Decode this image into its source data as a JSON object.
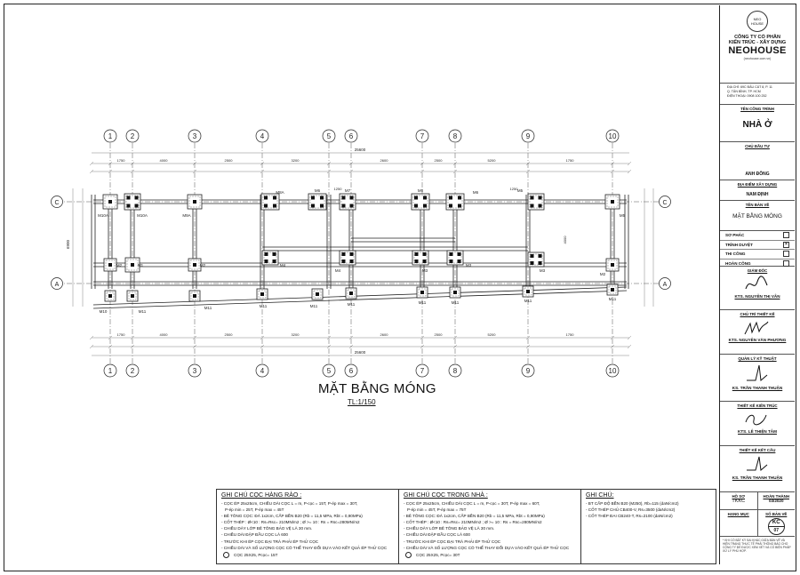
{
  "drawing": {
    "title": "MẶT BẰNG MÓNG",
    "scale": "TL:1/150",
    "grid_columns": [
      "1",
      "2",
      "3",
      "4",
      "5",
      "6",
      "7",
      "8",
      "9",
      "10"
    ],
    "grid_rows": [
      "C",
      "A"
    ],
    "foundation_labels": {
      "m1": "M1",
      "m2": "M2",
      "m3": "M3",
      "m4": "M4",
      "m5": "M5",
      "m6": "M6",
      "m7": "M7",
      "m10": "M10",
      "m11": "M11",
      "m8a": "M8A",
      "m9a": "M9A",
      "m10a": "M10A"
    },
    "dims": {
      "bay_widths": [
        "1750",
        "4000",
        "2500",
        "3200",
        "2600",
        "2500",
        "5200",
        "1750"
      ],
      "overall_length": "25600",
      "overall_depth": "6900",
      "d_4000": "4000",
      "d_1250": "1250",
      "d_1250b": "1250"
    }
  },
  "notes": {
    "fence": {
      "heading": "GHI CHÚ CỌC HÀNG RÀO :",
      "lines": [
        "- CỌC ÉP 25x25cm, CHIỀU DÀI CỌC L = m, P-cọc = 15T, P-ép max = 30T,",
        "P-ép min = 25T, P-ép max = 45T",
        "- BÊ TÔNG CỌC: ĐÁ 1x2cm, CẤP BỀN B20 (Rb = 11,5 MPa, Rbt = 0,90MPa)",
        "- CỐT THÉP : Ø<10 : Rs=Rsc= 210MN/m2 ; Ø >= 10 : Rs = Rsc=280MN/m2",
        "- CHIỀU DÀY LỚP BÊ TÔNG BẢO VỆ LÀ 30 mm.",
        "- CHIỀU DÀI ĐẬP ĐẦU CỌC LÀ 600",
        "- TRƯỚC KHI ÉP CỌC ĐẠI TRÀ PHẢI ÉP THỬ CỌC",
        "- CHIỀU DÀI VÀ SỐ LƯỢNG CỌC CÓ THỂ THAY ĐỔI DỰA VÀO KẾT QUẢ ÉP THỬ CỌC"
      ],
      "legend": "CỌC 25X25, Pcọc= 15T"
    },
    "house": {
      "heading": "GHI CHÚ CỌC TRONG NHÀ :",
      "lines": [
        "- CỌC ÉP 25x25cm, CHIỀU DÀI CỌC L = m, P-cọc = 30T, P-ép max = 60T,",
        "P-ép min = 45T, P-ép max = 75T",
        "- BÊ TÔNG CỌC: ĐÁ 1x2cm, CẤP BỀN B20 (Rb = 11,5 MPa, Rbt = 0,90MPa)",
        "- CỐT THÉP : Ø<10 : Rs=Rsc= 210MN/m2 ; Ø >= 10 : Rs = Rsc=280MN/m2",
        "- CHIỀU DÀY LỚP BÊ TÔNG BẢO VỆ LÀ 30 mm.",
        "- CHIỀU DÀI ĐẬP ĐẦU CỌC LÀ 600",
        "- TRƯỚC KHI ÉP CỌC ĐẠI TRÀ PHẢI ÉP THỬ CỌC",
        "- CHIỀU DÀI VÀ SỐ LƯỢNG CỌC CÓ THỂ THAY ĐỔI DỰA VÀO KẾT QUẢ ÉP THỬ CỌC"
      ],
      "legend": "CỌC 25X25, Pcọc= 30T"
    },
    "general": {
      "heading": "GHI CHÚ:",
      "lines": [
        "- BT CẤP ĐỘ BỀN B20 (M250), Rb=115 (daN/cm2)",
        "- CỐT THÉP CHỦ CB400-V, Rs=3500 (daN/cm2)",
        "- CỐT THÉP ĐAI CB240-T, Rs=2100 (daN/cm2)"
      ]
    }
  },
  "title_block": {
    "logo_text": "NEO HOUSE",
    "company_line1": "CÔNG TY CỔ PHẦN",
    "company_line2": "KIẾN TRÚC - XÂY DỰNG",
    "brand": "NEOHOUSE",
    "brand_sub": "(neohouse.com.vn)",
    "address": "ĐỊA CHỈ: 69C ĐẦU CÁT 8, P. 11",
    "address2": "Q. TÂN BÌNH, TP. HCM",
    "phone": "ĐIỆN THOẠI: 0908 100 252",
    "project_label": "TÊN CÔNG TRÌNH",
    "project": "NHÀ Ở",
    "owner_label": "CHỦ ĐẦU TƯ",
    "owner": "ANH ĐÔNG",
    "location_label": "ĐỊA ĐIỂM XÂY DỰNG",
    "location": "NAM ĐỊNH",
    "sheet_name_label": "TÊN BẢN VẼ",
    "sheet_name": "MẶT BẰNG MÓNG",
    "statuses": [
      {
        "label": "SƠ PHÁC",
        "mark": ""
      },
      {
        "label": "TRÌNH DUYỆT",
        "mark": "×"
      },
      {
        "label": "THI CÔNG",
        "mark": ""
      },
      {
        "label": "HOÀN CÔNG",
        "mark": ""
      }
    ],
    "roles": [
      {
        "role": "GIÁM ĐỐC",
        "name": "KTS. NGUYỄN THỊ VÂN"
      },
      {
        "role": "CHỦ TRÌ THIẾT KẾ",
        "name": "KTS. NGUYỄN VĂN PHƯƠNG"
      },
      {
        "role": "QUẢN LÝ KỸ THUẬT",
        "name": "KS. TRẦN THANH THUẬN"
      },
      {
        "role": "THIẾT KẾ KIẾN TRÚC",
        "name": "KTS. LÊ THIỆN TÂM"
      },
      {
        "role": "THIẾT KẾ KẾT CẤU",
        "name": "KS. TRẦN THANH THUẬN"
      }
    ],
    "file_no_label": "HỒ SƠ",
    "file_no": "TKKC",
    "completed_label": "HOÀN THÀNH",
    "completed": "03/2020",
    "category_label": "HẠNG MỤC",
    "sheet_no_label": "SỐ BẢN VẼ",
    "sheet_code": "KC",
    "sheet_num": "07",
    "footnote": "* KHI CÓ BẤT KỲ SAI KHÁC GIỮA BẢN VẼ VÀ HIỆN TRẠNG THỰC TẾ PHẢI THÔNG BÁO CHO CÔNG TY ĐỂ ĐƯỢC XEM XÉT VÀ CÓ BIỆN PHÁP XỬ LÝ PHÙ HỢP."
  }
}
